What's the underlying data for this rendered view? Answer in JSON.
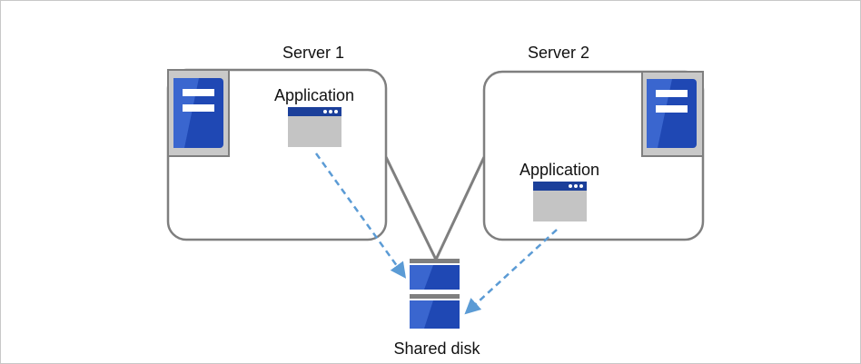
{
  "server1": {
    "label": "Server 1",
    "app_label": "Application"
  },
  "server2": {
    "label": "Server 2",
    "app_label": "Application"
  },
  "storage": {
    "label": "Shared disk"
  },
  "colors": {
    "box_stroke": "#7f7f7f",
    "server_frame": "#c9c9c9",
    "server_blue": "#1f48b4",
    "server_blue_light": "#3a66cf",
    "window_title": "#1b3f9a",
    "window_body": "#c4c4c4",
    "arrow": "#5b9bd5",
    "disk_cap": "#7f7f7f"
  }
}
